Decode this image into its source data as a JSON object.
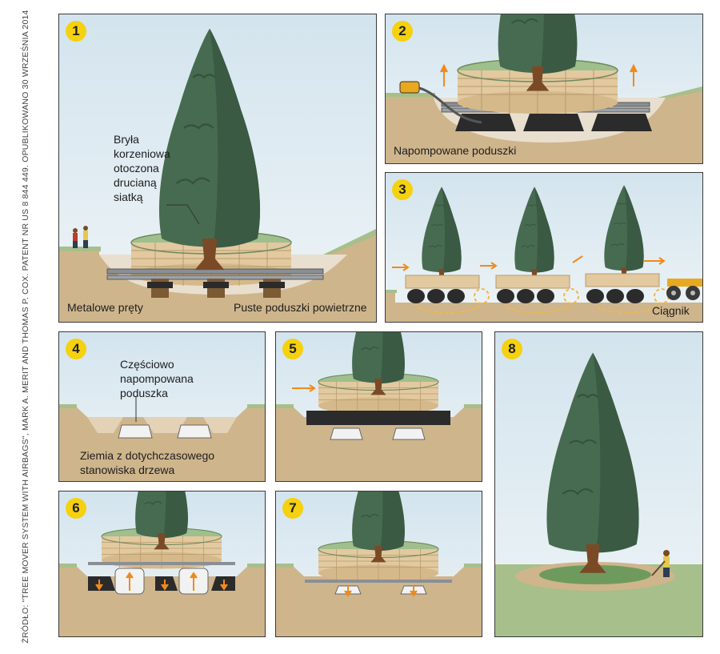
{
  "source_note": "ŹRÓDŁO: \"TREE MOVER SYSTEM WITH AIRBAGS\", MARK A. MERIT AND THOMAS P. COX. PATENT NR US 8 844 449. OPUBLIKOWANO 30 WRZEŚNIA 2014",
  "panels": [
    {
      "number": "1",
      "labels": {
        "root_ball_l1": "Bryła",
        "root_ball_l2": "korzeniowa",
        "root_ball_l3": "otoczona",
        "root_ball_l4": "drucianą",
        "root_ball_l5": "siatką",
        "rods": "Metalowe pręty",
        "empty_bags": "Puste poduszki powietrzne"
      }
    },
    {
      "number": "2",
      "labels": {
        "inflated": "Napompowane poduszki"
      }
    },
    {
      "number": "3",
      "labels": {
        "tractor": "Ciągnik"
      }
    },
    {
      "number": "4",
      "labels": {
        "partial_l1": "Częściowo",
        "partial_l2": "napompowana",
        "partial_l3": "poduszka",
        "soil_l1": "Ziemia z dotychczasowego",
        "soil_l2": "stanowiska drzewa"
      }
    },
    {
      "number": "5"
    },
    {
      "number": "6"
    },
    {
      "number": "7"
    },
    {
      "number": "8"
    }
  ],
  "colors": {
    "sky": "#dbe9f0",
    "soil": "#cfb58c",
    "grass": "#a7bf8a",
    "tree": "#4a6e52",
    "trunk": "#7a4a26",
    "rootball": "#e2c9a0",
    "bag": "#2b2b2b",
    "badge": "#f5d10f"
  }
}
